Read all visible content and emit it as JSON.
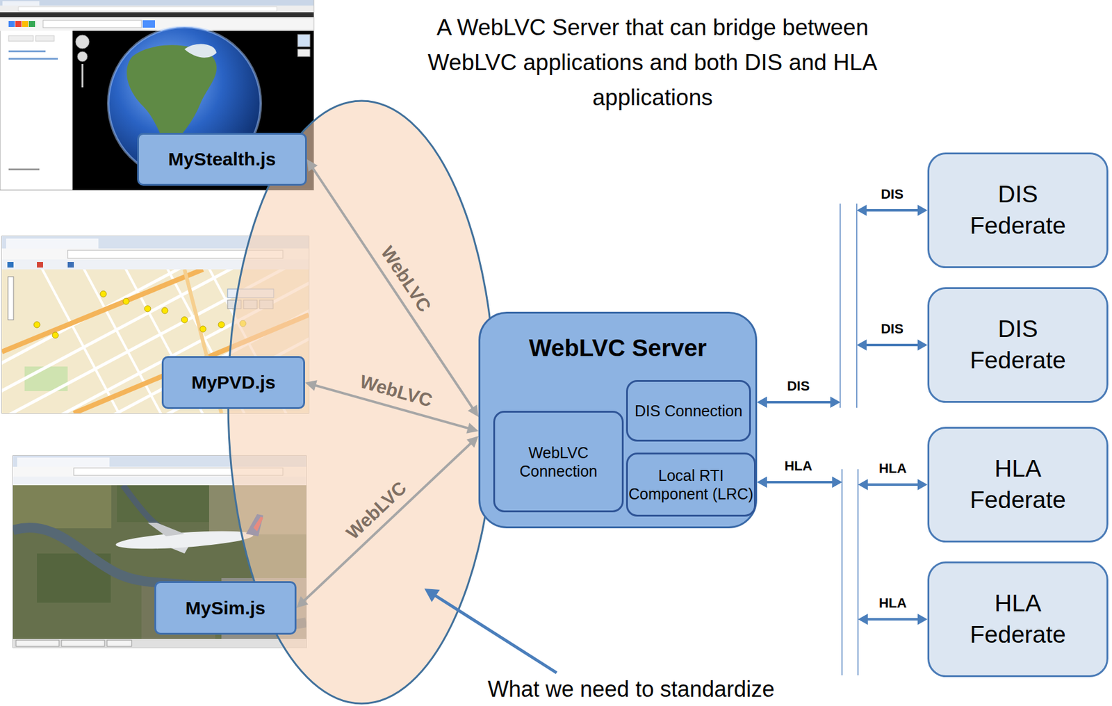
{
  "diagram": {
    "title": "A WebLVC Server that can bridge between WebLVC applications and both DIS and HLA applications",
    "nodes": [
      {
        "text": [
          "MyStealth.js"
        ]
      },
      {
        "text": [
          "MyPVD.js"
        ]
      },
      {
        "text": [
          "MySim.js"
        ]
      },
      {
        "text": [
          "WebLVC Server"
        ]
      },
      {
        "text": [
          "WebLVC Connection"
        ],
        "in": 3
      },
      {
        "text": [
          "DIS Connection"
        ],
        "in": 3
      },
      {
        "text": [
          "Local RTI Component (LRC)"
        ],
        "in": 3
      },
      {
        "text": [
          "DIS Federate"
        ]
      },
      {
        "text": [
          "DIS Federate"
        ]
      },
      {
        "text": [
          "HLA Federate"
        ]
      },
      {
        "text": [
          "HLA Federate"
        ]
      }
    ],
    "edges": [
      {
        "from": 0,
        "to": 3,
        "arrow": "both",
        "label": "WebLVC"
      },
      {
        "from": 1,
        "to": 3,
        "arrow": "both",
        "label": "WebLVC"
      },
      {
        "from": 2,
        "to": 3,
        "arrow": "both",
        "label": "WebLVC"
      },
      {
        "from": 3,
        "to": 7,
        "arrow": "both",
        "label": "DIS"
      },
      {
        "from": 3,
        "to": 8,
        "arrow": "both",
        "label": "DIS"
      },
      {
        "from": 3,
        "to": 9,
        "arrow": "both",
        "label": "HLA"
      },
      {
        "from": 3,
        "to": 10,
        "arrow": "both",
        "label": "HLA"
      }
    ],
    "labels": [
      "DIS",
      "HLA",
      "What we need to standardize"
    ]
  }
}
